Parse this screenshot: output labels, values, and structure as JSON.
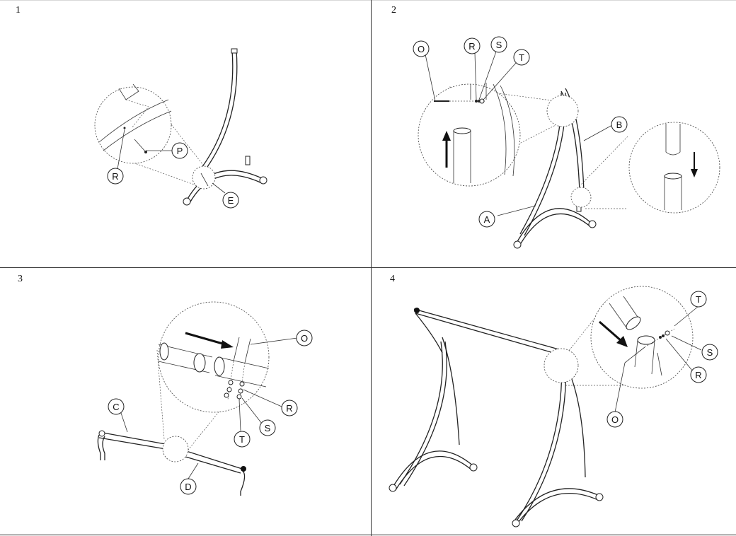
{
  "steps": [
    {
      "number": "1",
      "labels": {
        "p": "P",
        "r": "R",
        "e": "E"
      }
    },
    {
      "number": "2",
      "labels": {
        "o": "O",
        "r": "R",
        "s": "S",
        "t": "T",
        "b": "B",
        "a": "A"
      }
    },
    {
      "number": "3",
      "labels": {
        "o": "O",
        "c": "C",
        "r": "R",
        "s": "S",
        "t": "T",
        "d": "D"
      }
    },
    {
      "number": "4",
      "labels": {
        "t": "T",
        "s": "S",
        "r": "R",
        "o": "O"
      }
    }
  ]
}
